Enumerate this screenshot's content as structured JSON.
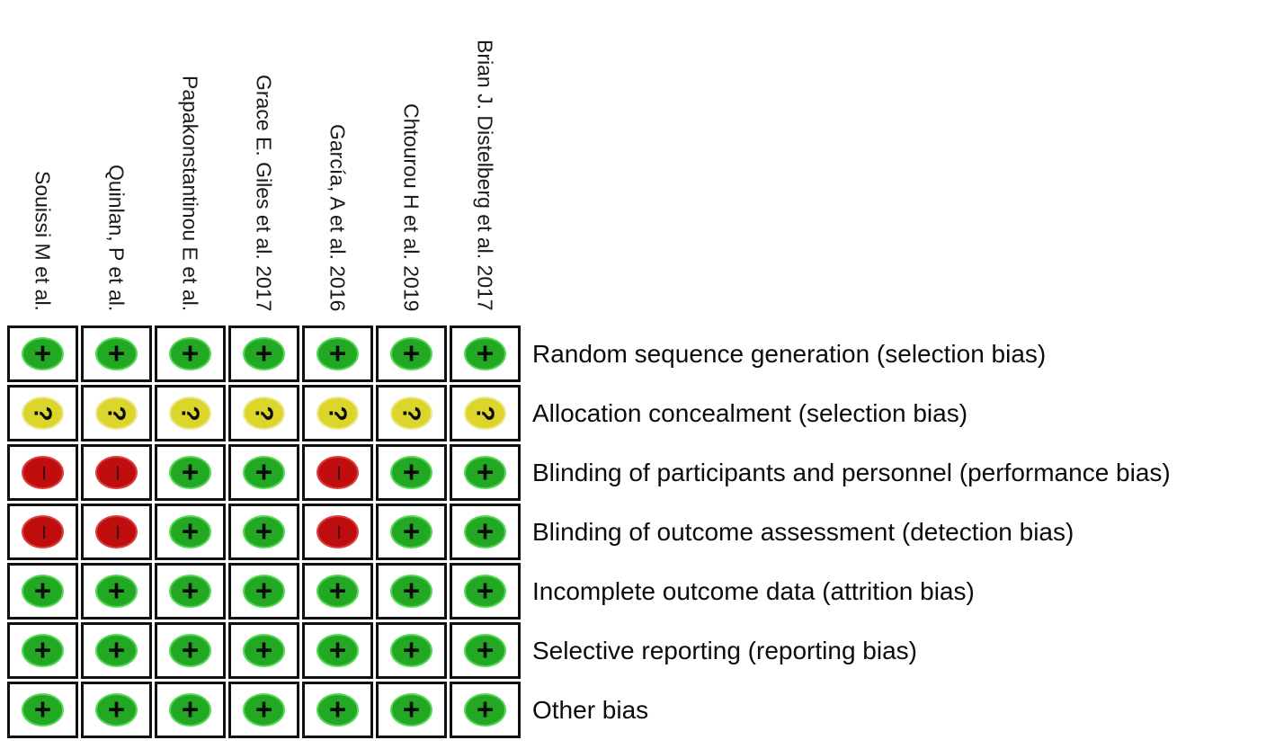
{
  "chart_data": {
    "type": "heatmap",
    "subtype": "risk-of-bias-summary",
    "title": "",
    "legend_position": "none",
    "grid": true,
    "columns": [
      "Souissi M et al.",
      "Quinlan, P et al.",
      "Papakonstantinou E et al.",
      "Grace E. Giles et al. 2017",
      "García, A et al. 2016",
      "Chtourou H et al. 2019",
      "Brian J. Distelberg et al. 2017"
    ],
    "rows": [
      "Random sequence generation (selection bias)",
      "Allocation concealment (selection bias)",
      "Blinding of participants and personnel (performance bias)",
      "Blinding of outcome assessment (detection bias)",
      "Incomplete outcome data (attrition bias)",
      "Selective reporting (reporting bias)",
      "Other bias"
    ],
    "values": [
      [
        "low",
        "low",
        "low",
        "low",
        "low",
        "low",
        "low"
      ],
      [
        "unclear",
        "unclear",
        "unclear",
        "unclear",
        "unclear",
        "unclear",
        "unclear"
      ],
      [
        "high",
        "high",
        "low",
        "low",
        "high",
        "low",
        "low"
      ],
      [
        "high",
        "high",
        "low",
        "low",
        "high",
        "low",
        "low"
      ],
      [
        "low",
        "low",
        "low",
        "low",
        "low",
        "low",
        "low"
      ],
      [
        "low",
        "low",
        "low",
        "low",
        "low",
        "low",
        "low"
      ],
      [
        "low",
        "low",
        "low",
        "low",
        "low",
        "low",
        "low"
      ]
    ],
    "symbols": {
      "low": "+",
      "unclear": "?",
      "high": "−"
    },
    "colors": {
      "low": "#22A822",
      "unclear": "#DBD52C",
      "high": "#C00E0E",
      "rim_low": "#55D855",
      "rim_unclear": "#EDE98F",
      "rim_high": "#DB4040",
      "symbol": "#0B0B0B",
      "symbol_high": "#3F0D0D",
      "grid_line": "#101010"
    }
  }
}
